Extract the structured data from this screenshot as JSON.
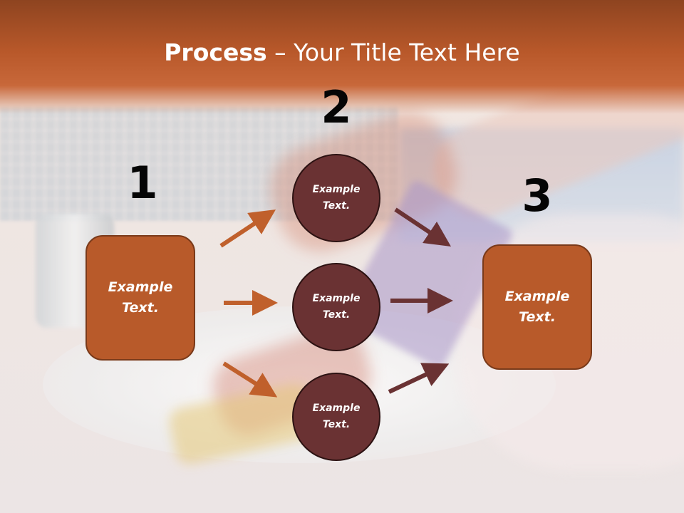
{
  "title": {
    "strong": "Process",
    "rest": " – Your Title Text Here"
  },
  "steps": {
    "one": {
      "number": "1",
      "text": "Example Text."
    },
    "two": {
      "number": "2",
      "items": [
        "Example Text.",
        "Example Text.",
        "Example Text."
      ]
    },
    "three": {
      "number": "3",
      "text": "Example Text."
    }
  },
  "colors": {
    "header": "#b8582a",
    "box": "#b85a2a",
    "circle": "#6a3233",
    "arrow_in": "#c0602c",
    "arrow_out": "#6a3233"
  }
}
